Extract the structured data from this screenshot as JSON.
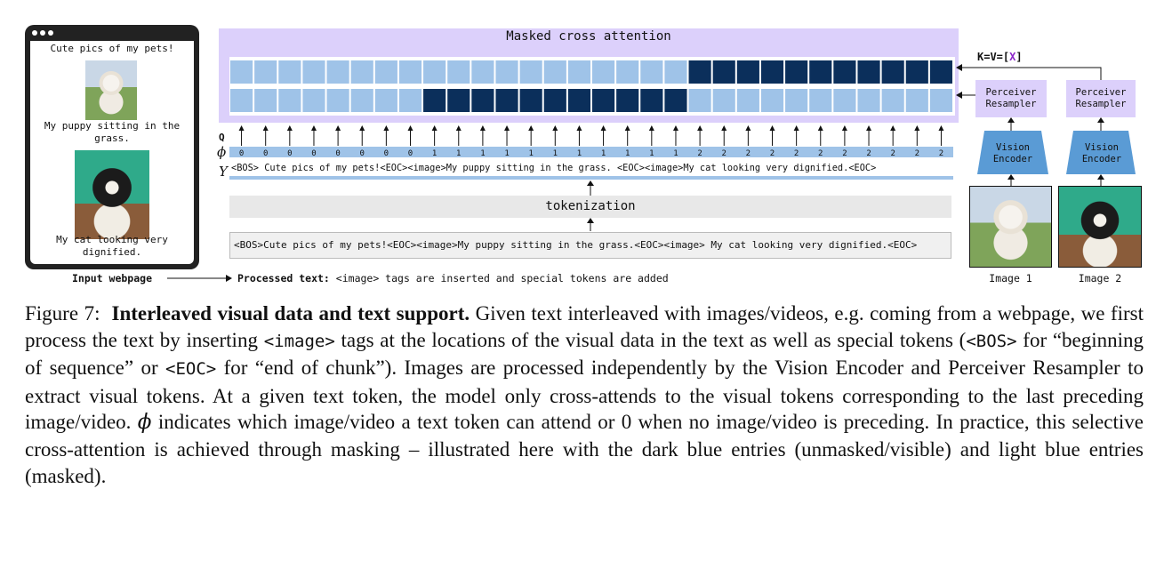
{
  "webpage": {
    "caption1": "Cute pics of my pets!",
    "caption2": "My puppy sitting in the grass.",
    "caption3": "My cat looking very dignified.",
    "label": "Input webpage"
  },
  "attention": {
    "title": "Masked cross attention",
    "kv_label_prefix": "K=V=[",
    "kv_label_x": "X",
    "kv_label_suffix": "]",
    "q_label": "Q",
    "phi_label": "ϕ",
    "y_label": "Y"
  },
  "phi_values": [
    "0",
    "0",
    "0",
    "0",
    "0",
    "0",
    "0",
    "0",
    "1",
    "1",
    "1",
    "1",
    "1",
    "1",
    "1",
    "1",
    "1",
    "1",
    "1",
    "2",
    "2",
    "2",
    "2",
    "2",
    "2",
    "2",
    "2",
    "2",
    "2",
    "2"
  ],
  "token_text": "<BOS> Cute pics of my pets!<EOC><image>My puppy sitting in the grass. <EOC><image>My cat looking very dignified.<EOC>",
  "tokenization_label": "tokenization",
  "processed_box_text": "<BOS>Cute pics of my pets!<EOC><image>My puppy sitting in the grass.<EOC><image> My cat looking very dignified.<EOC>",
  "processed_label_bold": "Processed text:",
  "processed_label_rest": "<image> tags are inserted and special tokens are added",
  "vision": {
    "resampler_label": "Perceiver Resampler",
    "encoder_label": "Vision Encoder",
    "image1_label": "Image 1",
    "image2_label": "Image 2"
  },
  "caption": {
    "fig": "Figure 7:",
    "title": "Interleaved visual data and text support.",
    "p1": "Given text interleaved with images/videos, e.g. coming from a webpage, we first process the text by inserting",
    "code_image": "<image>",
    "p2": "tags at the locations of the visual data in the text as well as special tokens (",
    "code_bos": "<BOS>",
    "p3": "for “beginning of sequence” or",
    "code_eoc": "<EOC>",
    "p4": "for “end of chunk”). Images are processed independently by the Vision Encoder and Perceiver Resampler to extract visual tokens. At a given text token, the model only cross-attends to the visual tokens corresponding to the last preceding image/video.",
    "phi": "ϕ",
    "p5": "indicates which image/video a text token can attend or 0 when no image/video is preceding. In practice, this selective cross-attention is achieved through masking – illustrated here with the dark blue entries (unmasked/visible) and light blue entries (masked)."
  },
  "colors": {
    "light_blue": "#9fc3e8",
    "dark_blue": "#0b2f5b",
    "lavender": "#dcd0fb",
    "encoder_blue": "#5a9bd5",
    "purple_x": "#8b24c9"
  }
}
